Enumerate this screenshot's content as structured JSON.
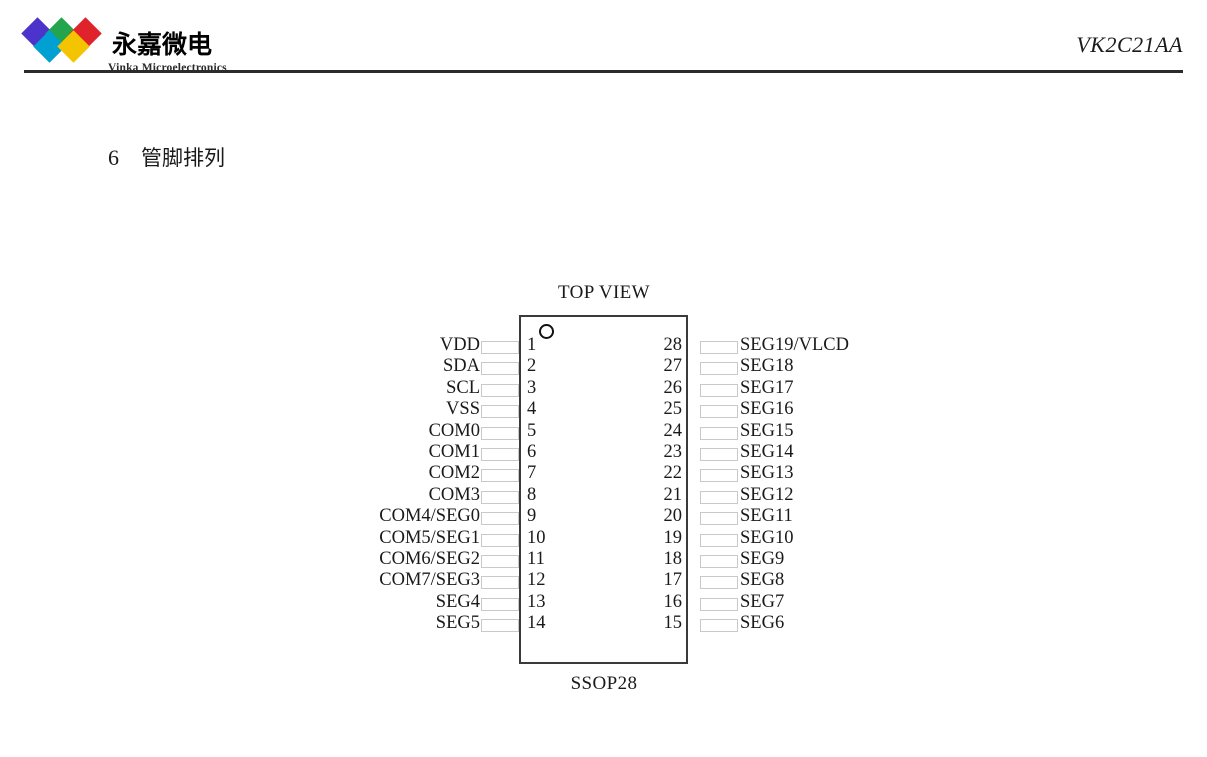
{
  "header": {
    "logo_cn": "永嘉微电",
    "logo_en": "Vinka Microelectronics",
    "logo_colors": {
      "purple": "#4b33cc",
      "green": "#24a44d",
      "red": "#e0232a",
      "cyan": "#00a0d2",
      "yellow": "#f5c400"
    },
    "document_code": "VK2C21AA"
  },
  "section": {
    "number": "6",
    "title": "管脚排列"
  },
  "diagram": {
    "top_view_label": "TOP VIEW",
    "package_label": "SSOP28",
    "pin_one_marker": "circle-marker",
    "rows": [
      {
        "left_label": "VDD",
        "left_num": "1",
        "right_num": "28",
        "right_label": "SEG19/VLCD"
      },
      {
        "left_label": "SDA",
        "left_num": "2",
        "right_num": "27",
        "right_label": "SEG18"
      },
      {
        "left_label": "SCL",
        "left_num": "3",
        "right_num": "26",
        "right_label": "SEG17"
      },
      {
        "left_label": "VSS",
        "left_num": "4",
        "right_num": "25",
        "right_label": "SEG16"
      },
      {
        "left_label": "COM0",
        "left_num": "5",
        "right_num": "24",
        "right_label": "SEG15"
      },
      {
        "left_label": "COM1",
        "left_num": "6",
        "right_num": "23",
        "right_label": "SEG14"
      },
      {
        "left_label": "COM2",
        "left_num": "7",
        "right_num": "22",
        "right_label": "SEG13"
      },
      {
        "left_label": "COM3",
        "left_num": "8",
        "right_num": "21",
        "right_label": "SEG12"
      },
      {
        "left_label": "COM4/SEG0",
        "left_num": "9",
        "right_num": "20",
        "right_label": "SEG11"
      },
      {
        "left_label": "COM5/SEG1",
        "left_num": "10",
        "right_num": "19",
        "right_label": "SEG10"
      },
      {
        "left_label": "COM6/SEG2",
        "left_num": "11",
        "right_num": "18",
        "right_label": "SEG9"
      },
      {
        "left_label": "COM7/SEG3",
        "left_num": "12",
        "right_num": "17",
        "right_label": "SEG8"
      },
      {
        "left_label": "SEG4",
        "left_num": "13",
        "right_num": "16",
        "right_label": "SEG7"
      },
      {
        "left_label": "SEG5",
        "left_num": "14",
        "right_num": "15",
        "right_label": "SEG6"
      }
    ]
  }
}
